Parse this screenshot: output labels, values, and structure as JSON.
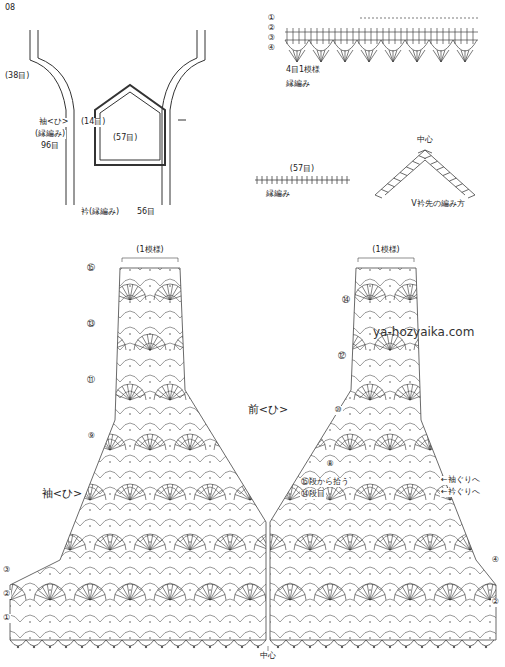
{
  "diagram": {
    "labels": [
      "08",
      "袖<ひ>",
      "(縁編み)",
      "96目",
      "(38目)",
      "(14目)",
      "(57目)",
      "衿(縁編み)",
      "56目",
      "4目1模様",
      "縁編み",
      "V衿先の編み方",
      "縁編み",
      "(57目)",
      "中心",
      "(1模様)",
      "(1模様)",
      "前<ひ>",
      "袖<ひ>",
      "⑮段から拾う",
      "⑭段目",
      "←袖ぐりへ",
      "←衿ぐりへ",
      "中心",
      "ya-hozyaika.com",
      "⑮",
      "⑬",
      "⑪",
      "⑨",
      "③",
      "②",
      "①",
      "⑭",
      "⑫",
      "⑩",
      "⑧",
      "④",
      "②",
      "①",
      "②",
      "③",
      "④"
    ]
  }
}
